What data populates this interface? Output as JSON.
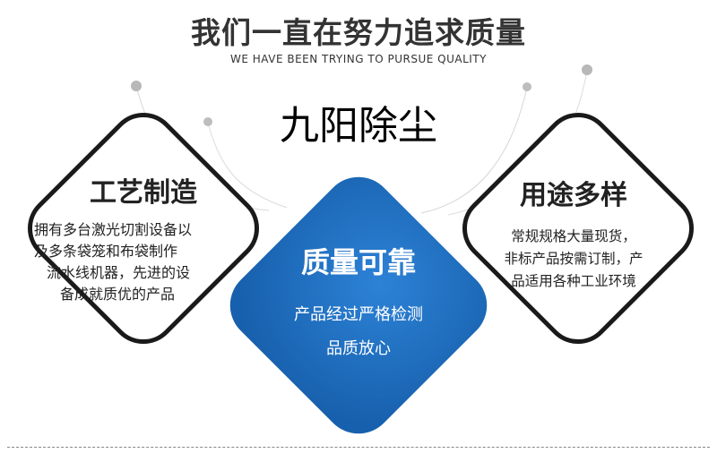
{
  "header": {
    "title": "我们一直在努力追求质量",
    "subtitle": "WE HAVE BEEN TRYING TO PURSUE QUALITY",
    "brand": "九阳除尘"
  },
  "cards": {
    "left": {
      "title": "工艺制造",
      "lines": [
        "拥有多台激光切割设备以",
        "及多条袋笼和布袋制作",
        "流水线机器，先进的设",
        "备成就质优的产品"
      ]
    },
    "center": {
      "title": "质量可靠",
      "lines": [
        "产品经过严格检测",
        "品质放心"
      ]
    },
    "right": {
      "title": "用途多样",
      "lines": [
        "常规规格大量现货，",
        "非标产品按需订制，产",
        "品适用各种工业环境"
      ]
    }
  },
  "colors": {
    "accent": "#1e6cbd",
    "outline": "#1a1a1a",
    "dot": "#b8b8b8"
  }
}
